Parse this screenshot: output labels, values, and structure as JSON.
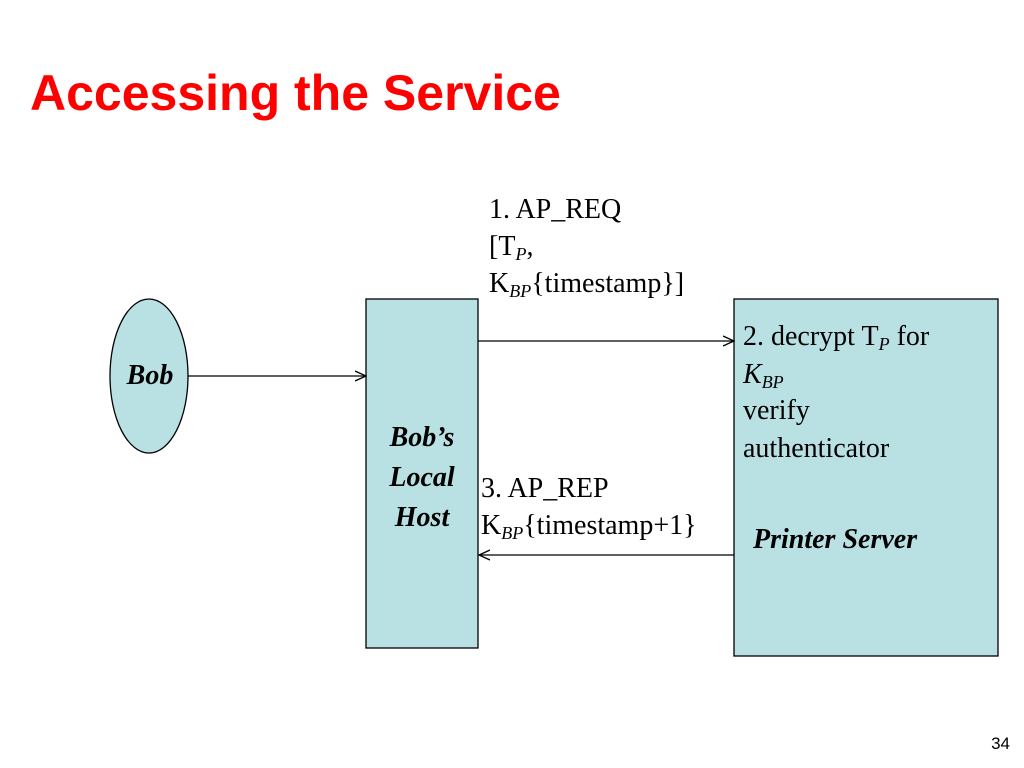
{
  "slide": {
    "title": "Accessing the Service",
    "page_number": "34"
  },
  "diagram": {
    "bob": {
      "label": "Bob"
    },
    "local_host": {
      "line1": "Bob’s",
      "line2": "Local",
      "line3": "Host"
    },
    "printer_server": {
      "name": "Printer Server",
      "step2": {
        "prefix": "2. decrypt T",
        "ticket_sub": "P",
        "for_text": " for",
        "key": "K",
        "key_sub": "BP",
        "line3": "verify",
        "line4": "authenticator"
      }
    },
    "step1": {
      "line1": "1. AP_REQ",
      "open": "[T",
      "ticket_sub": "P",
      "comma": ",",
      "key": "K",
      "key_sub": "BP",
      "payload": "{timestamp}]"
    },
    "step3": {
      "line1": "3. AP_REP",
      "key": "K",
      "key_sub": "BP",
      "payload": "{timestamp+1}"
    },
    "colors": {
      "shape_fill": "#b9e0e3",
      "title": "#ff0000"
    }
  }
}
